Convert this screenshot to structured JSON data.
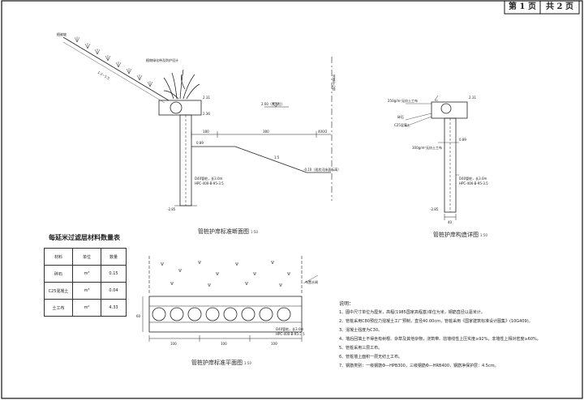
{
  "header": {
    "page_current": "第 1 页",
    "page_total": "共 2 页"
  },
  "sections": {
    "section_title": "管桩护岸标准断面图",
    "detail_title": "管桩护岸构造详图",
    "plan_title": "管桩护岸标准平面图",
    "scale": "1:50"
  },
  "section_labels": {
    "slope_top": "植被坡",
    "slope_ratio": "1:2~1:5",
    "plants": "植物绿化带及防护设计",
    "water_level": "2.00（常水位）",
    "top_elev": "2.31",
    "elev_a": "2.36",
    "dim_left": "180",
    "dim_right": "380",
    "dim_end": "400/2",
    "bed_elev": "0.89",
    "bed_slope": "1:5",
    "bed_bottom": "-0.10（现状河床面标高）",
    "pile_text_1": "D40管桩，长3.0m",
    "pile_text_2": "HPC-400-B-95-3.5",
    "pile_bottom": "-2.85",
    "centerline": "河道中心线"
  },
  "detail_labels": {
    "top": "2.31",
    "cap_note": "250g/m²无纺土工布",
    "gravel": "碎石",
    "concrete": "C25混凝土",
    "mid_elev": "0.89",
    "geotex": "300g/m²无纺土工布",
    "pile_text_1": "D40管桩，长3.0m",
    "pile_text_2": "HPC-400-B-95-3.5",
    "pile_bottom": "-2.85",
    "width": "40"
  },
  "plan_labels": {
    "callout": "布置水闸",
    "pile_spacing_1": "100",
    "pile_spacing_2": "100",
    "pile_spacing_3": "100",
    "height_dim": "60",
    "pile_text_1": "D40管桩，长3.0m",
    "pile_text_2": "HPC-400-B-95-3.5"
  },
  "material_table": {
    "title": "每延米过滤层材料数量表",
    "headers": [
      "材料",
      "单位",
      "数量"
    ],
    "rows": [
      [
        "碎石",
        "m³",
        "0.15"
      ],
      [
        "C25混凝土",
        "m³",
        "0.04"
      ],
      [
        "土工布",
        "m²",
        "4.33"
      ]
    ]
  },
  "notes": {
    "heading": "说明：",
    "items": [
      "1、图中尺寸单位为厘米，高程(1985国家高程基)单位为米，钢筋直径以毫米计。",
      "2、管桩采用C80预应力混凝土工厂预制，直径40.00cm，管桩采用《国家建筑标准设计图集》(10G409)。",
      "3、混凝土强度为C30。",
      "4、墙后回填土不得含有树根、杂草及其他杂物，浇筑带、前墙线性上压实度≥92%，非墙性上相对密度≥60%。",
      "5、管桩采用三层工布。",
      "6、管桩墙上面积一层无纺土工布。",
      "7、钢筋类别：一级钢筋Φ—HPB300，三级钢筋Φ—HRB400，钢筋净保护层：4.5cm。"
    ]
  }
}
